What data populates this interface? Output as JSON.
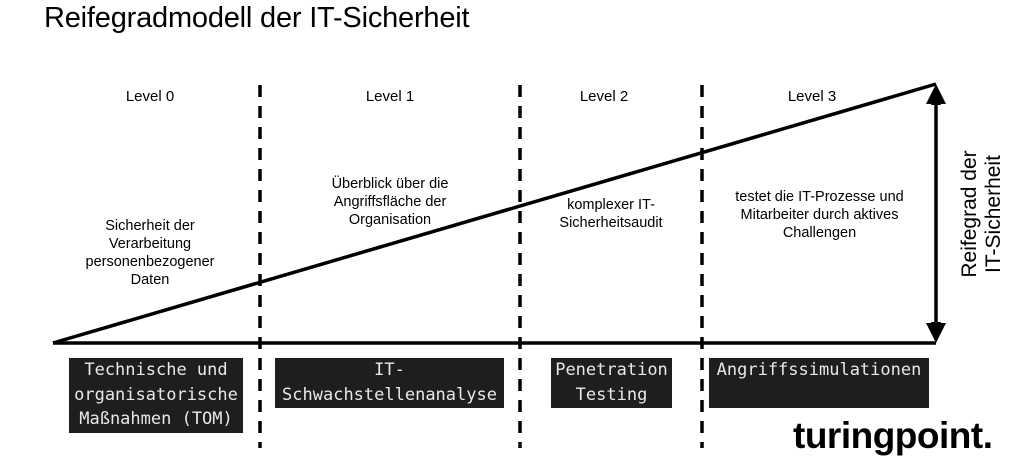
{
  "title": "Reifegradmodell der IT-Sicherheit",
  "levels": [
    {
      "label": "Level 0",
      "description": "Sicherheit der Verarbeitung personenbezogener Daten",
      "measure": "Technische und\norganisatorische\nMaßnahmen (TOM)"
    },
    {
      "label": "Level 1",
      "description": "Überblick über die Angriffsfläche der Organisation",
      "measure": "IT-\nSchwachstellenanalyse"
    },
    {
      "label": "Level 2",
      "description": "komplexer IT-Sicherheitsaudit",
      "measure": "Penetration\nTesting"
    },
    {
      "label": "Level 3",
      "description": "testet die IT-Prozesse und Mitarbeiter durch aktives Challengen",
      "measure": "Angriffssimulationen"
    }
  ],
  "axis_label": "Reifegrad der IT-Sicherheit",
  "brand": "turingpoint.",
  "colors": {
    "line": "#000000",
    "box_bg": "#1e1e1e",
    "box_text": "#e8e8e8"
  }
}
